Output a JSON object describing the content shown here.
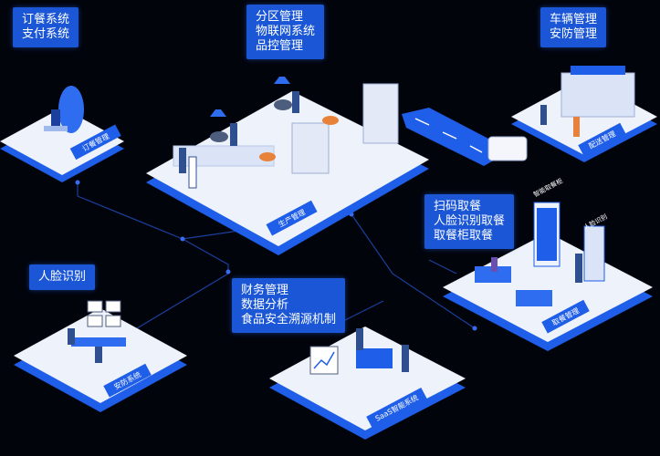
{
  "colors": {
    "background": "#02040c",
    "accent_blue": "#1a56d6",
    "platform_top": "#eef2fb",
    "platform_side": "#1f5ee8",
    "connector": "#1b3f9c"
  },
  "callouts": {
    "ordering": [
      "订餐系统",
      "支付系统"
    ],
    "zoning": [
      "分区管理",
      "物联网系统",
      "品控管理"
    ],
    "vehicles": [
      "车辆管理",
      "安防管理"
    ],
    "pickup": [
      "扫码取餐",
      "人脸识别取餐",
      "取餐柜取餐"
    ],
    "face": [
      "人脸识别"
    ],
    "finance": [
      "财务管理",
      "数据分析",
      "食品安全溯源机制"
    ]
  },
  "platforms": {
    "order_mgmt": "订餐管理",
    "production_mgmt": "生产管理",
    "delivery_mgmt": "配送管理",
    "pickup_mgmt": "取餐管理",
    "security_system": "安防系统",
    "saas_system": "SaaS智能系统"
  },
  "signs": {
    "locker": "智能取餐柜",
    "face_kiosk": "人脸识别"
  }
}
